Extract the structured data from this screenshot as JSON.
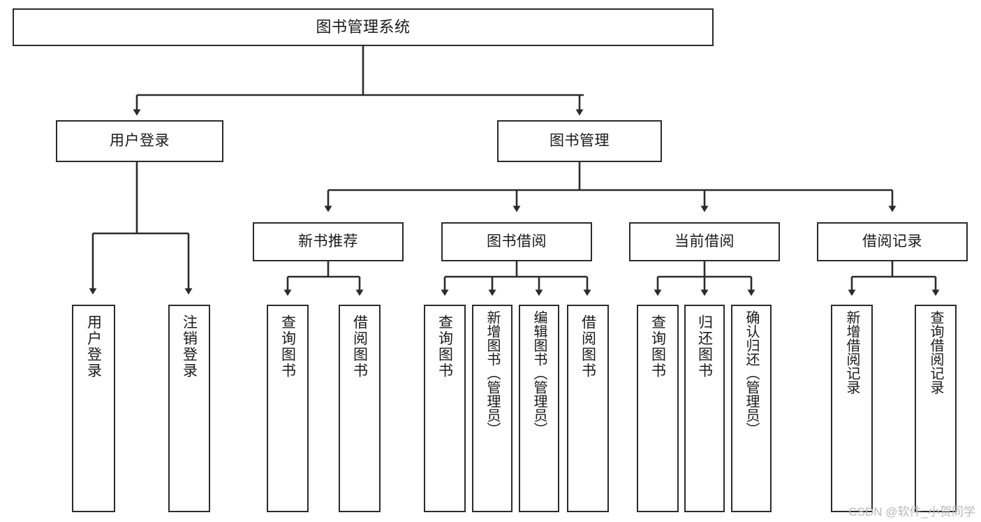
{
  "diagram": {
    "title": "图书管理系统",
    "type": "hierarchy-tree",
    "stroke_color": "#2b2b2b",
    "fill_color": "#ffffff",
    "text_color": "#1a1a1a",
    "levels": 4,
    "root": {
      "label": "图书管理系统",
      "children": [
        {
          "label": "用户登录",
          "children": [
            {
              "label": "用户登录"
            },
            {
              "label": "注销登录"
            }
          ]
        },
        {
          "label": "图书管理",
          "children": [
            {
              "label": "新书推荐",
              "children": [
                {
                  "label": "查询图书"
                },
                {
                  "label": "借阅图书"
                }
              ]
            },
            {
              "label": "图书借阅",
              "children": [
                {
                  "label": "查询图书"
                },
                {
                  "label": "新增图书（管理员）"
                },
                {
                  "label": "编辑图书（管理员）"
                },
                {
                  "label": "借阅图书"
                }
              ]
            },
            {
              "label": "当前借阅",
              "children": [
                {
                  "label": "查询图书"
                },
                {
                  "label": "归还图书"
                },
                {
                  "label": "确认归还（管理员）"
                }
              ]
            },
            {
              "label": "借阅记录",
              "children": [
                {
                  "label": "新增借阅记录"
                },
                {
                  "label": "查询借阅记录"
                }
              ]
            }
          ]
        }
      ]
    }
  },
  "nodes": {
    "root": "图书管理系统",
    "l2_user_login": "用户登录",
    "l2_book_mgmt": "图书管理",
    "l3_new_book_rec": "新书推荐",
    "l3_book_borrow": "图书借阅",
    "l3_current_borrow": "当前借阅",
    "l3_borrow_record": "借阅记录",
    "leaf_user_login": "用户登录",
    "leaf_logout": "注销登录",
    "leaf_rec_query_book": "查询图书",
    "leaf_rec_borrow_book": "借阅图书",
    "leaf_borrow_query_book": "查询图书",
    "leaf_borrow_add_book": "新增图书（管理员）",
    "leaf_borrow_edit_book": "编辑图书（管理员）",
    "leaf_borrow_borrow_book": "借阅图书",
    "leaf_cur_query_book": "查询图书",
    "leaf_cur_return_book": "归还图书",
    "leaf_cur_confirm_return": "确认归还（管理员）",
    "leaf_rec_add_record": "新增借阅记录",
    "leaf_rec_query_record": "查询借阅记录"
  },
  "watermark": {
    "text": "CSDN @软件_小贺同学"
  }
}
